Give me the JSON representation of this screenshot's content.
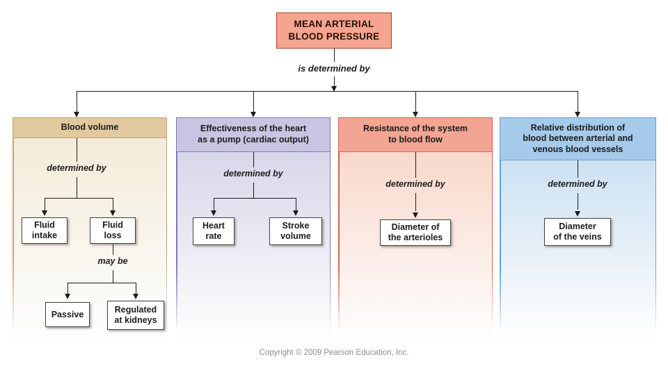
{
  "title_box": {
    "label": "MEAN ARTERIAL\nBLOOD PRESSURE",
    "fill": "#f5a58f",
    "border": "#a4432b"
  },
  "root_connector_label": "is determined by",
  "panels": [
    {
      "id": "blood-volume",
      "header": "Blood volume",
      "connector_label": "determined by",
      "boxes": [
        "Fluid\nintake",
        "Fluid\nloss"
      ],
      "sub_connector_label": "may be",
      "sub_boxes": [
        "Passive",
        "Regulated\nat kidneys"
      ],
      "header_fill": "#e2c89e",
      "border": "#c2a272",
      "body_tint": "#f4ecda"
    },
    {
      "id": "cardiac-output",
      "header": "Effectiveness of the heart\nas a pump (cardiac output)",
      "connector_label": "determined by",
      "boxes": [
        "Heart\nrate",
        "Stroke\nvolume"
      ],
      "header_fill": "#c9c4e2",
      "border": "#7e76b2",
      "body_tint": "#d9d6ea"
    },
    {
      "id": "resistance",
      "header": "Resistance of the system\nto blood flow",
      "connector_label": "determined by",
      "boxes": [
        "Diameter of\nthe arterioles"
      ],
      "header_fill": "#f3a593",
      "border": "#d8604b",
      "body_tint": "#f9d8cb"
    },
    {
      "id": "blood-distribution",
      "header": "Relative distribution of\nblood between arterial and\nvenous blood vessels",
      "connector_label": "determined by",
      "boxes": [
        "Diameter\nof the veins"
      ],
      "header_fill": "#a6caea",
      "border": "#609ed6",
      "body_tint": "#cde1f2"
    }
  ],
  "footer": {
    "copyright": "Copyright © 2009 Pearson Education, Inc."
  }
}
